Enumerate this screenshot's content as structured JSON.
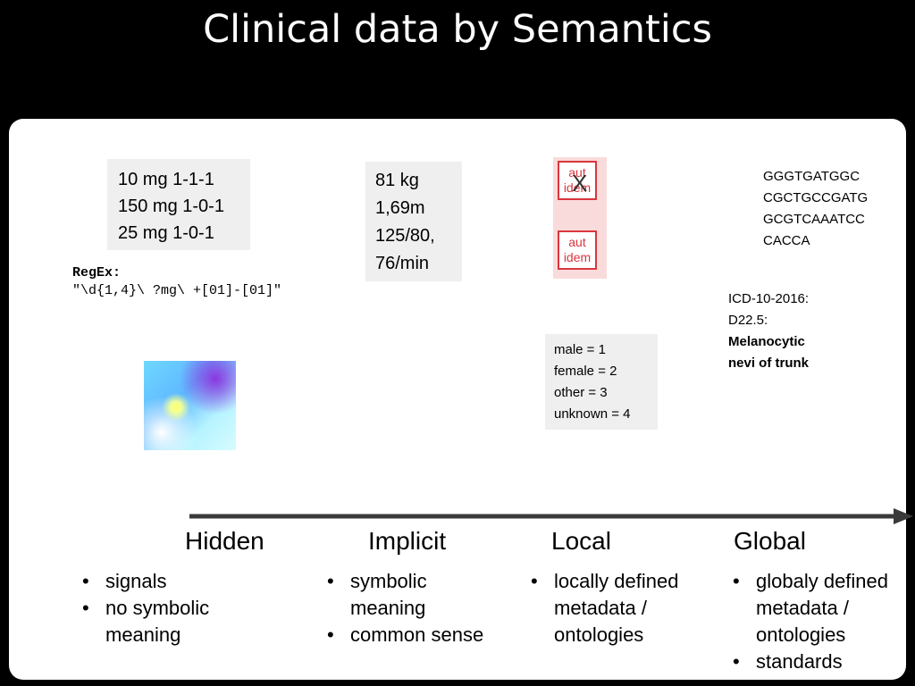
{
  "title": "Clinical data by Semantics",
  "dosage": [
    "10 mg 1-1-1",
    "150 mg 1-0-1",
    "25 mg 1-0-1"
  ],
  "regex": {
    "label": "RegEx:",
    "pattern": "\"\\d{1,4}\\ ?mg\\ +[01]-[01]\""
  },
  "vitals": [
    "81 kg",
    "1,69m",
    "125/80,",
    "76/min"
  ],
  "aut_idem": {
    "stamp_top": [
      "aut",
      "idem"
    ],
    "stamp_bottom": [
      "aut",
      "idem"
    ],
    "cross": "X"
  },
  "gender_codes": [
    "male = 1",
    "female = 2",
    "other = 3",
    "unknown = 4"
  ],
  "dna_sequence": [
    "GGGTGATGGC",
    "CGCTGCCGATG",
    "GCGTCAAATCC",
    "CACCA"
  ],
  "icd": {
    "version": "ICD-10-2016:",
    "code": "D22.5:",
    "desc_line1": "Melanocytic",
    "desc_line2": "nevi of trunk"
  },
  "columns": [
    {
      "heading": "Hidden",
      "bullets": [
        "signals",
        "no symbolic meaning"
      ]
    },
    {
      "heading": "Implicit",
      "bullets": [
        "symbolic meaning",
        "common sense"
      ]
    },
    {
      "heading": "Local",
      "bullets": [
        "locally defined metadata / ontologies"
      ]
    },
    {
      "heading": "Global",
      "bullets": [
        "globaly defined metadata / ontologies",
        "standards"
      ]
    }
  ],
  "colors": {
    "background": "#000000",
    "panel": "#ffffff",
    "box": "#efefef",
    "stamp_red": "#d9363e",
    "arrow": "#3a3a3a"
  }
}
